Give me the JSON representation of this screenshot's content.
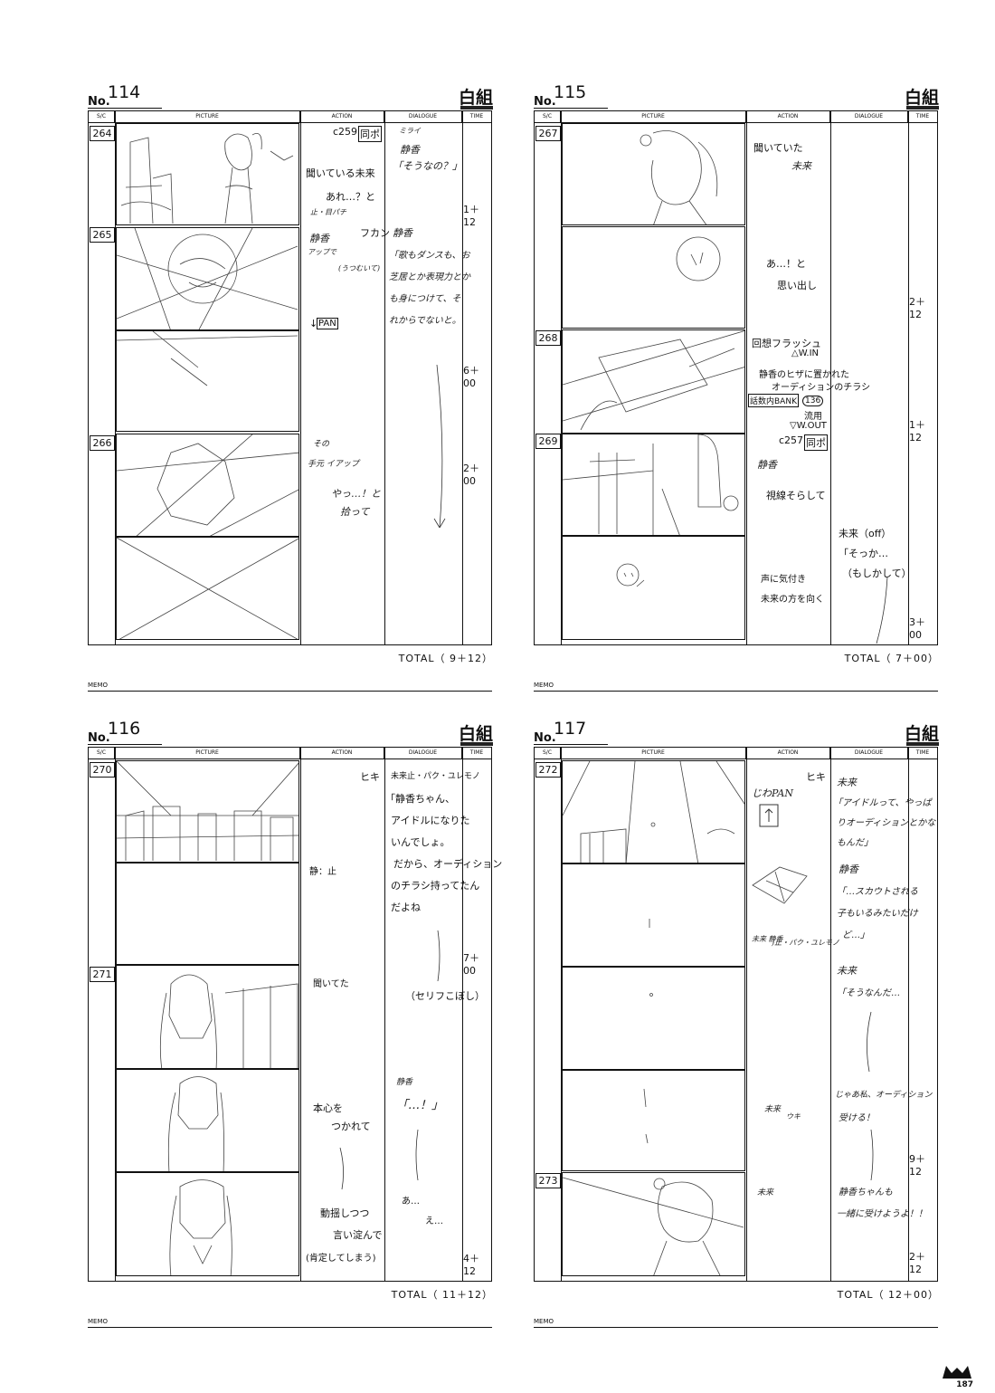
{
  "labels": {
    "no": "No.",
    "brand": "白組",
    "sc": "S/C",
    "picture": "PICTURE",
    "action": "ACTION",
    "dialogue": "DIALOGUE",
    "time": "TIME",
    "memo": "MEMO"
  },
  "sheets": [
    {
      "no": "114",
      "total": "TOTAL（ 9＋12）",
      "cuts": [
        {
          "id": "264"
        },
        {
          "id": "265"
        },
        {
          "id": "266"
        }
      ],
      "actions": [
        "c259",
        "同ポ",
        "聞いている未来",
        "あれ…？と",
        "止・目パチ",
        "フカン",
        "↓",
        "PAN",
        "その",
        "手元 イアップ",
        "やっ…！と",
        "拾って"
      ],
      "hand_dialogue": [
        "静香",
        "「そうなの？」",
        "静香",
        "「歌もダンスも、お",
        "芝居とか表現力とか",
        "も身につけて、そ",
        "れからでないと。",
        "ミライ",
        "静香",
        "アップで",
        "(うつむいて)"
      ],
      "times": [
        "1＋12",
        "6＋00",
        "2＋00"
      ]
    },
    {
      "no": "115",
      "total": "TOTAL（ 7＋00）",
      "cuts": [
        {
          "id": "267"
        },
        {
          "id": "268"
        },
        {
          "id": "269"
        }
      ],
      "actions": [
        "聞いていた",
        "未来",
        "あ…！と",
        "思い出し",
        "回想フラッシュ",
        "△W.IN",
        "静香のヒザに置かれた",
        "オーディションのチラシ",
        "話数内BANK",
        "136",
        "流用",
        "▽W.OUT",
        "c257",
        "同ポ",
        "静香",
        "視線そらして",
        "声に気付き",
        "未来の方を向く"
      ],
      "dialogue": [
        "未来（off）",
        "「そっか…",
        "（もしかして）"
      ],
      "times": [
        "2＋12",
        "1＋12",
        "3＋00"
      ]
    },
    {
      "no": "116",
      "total": "TOTAL（ 11＋12）",
      "cuts": [
        {
          "id": "270"
        },
        {
          "id": "271"
        }
      ],
      "actions": [
        "ヒキ",
        "静：止",
        "聞いてた",
        "本心を",
        "つかれて",
        "動揺しつつ",
        "言い淀んで",
        "(肯定してしまう)"
      ],
      "dialogue": [
        "未来止・パク・ユレモノ",
        "「静香ちゃん、",
        "アイドルになりた",
        "いんでしょ。",
        "だから、オーディション",
        "のチラシ持ってたん",
        "だよね",
        "（セリフこぼし）",
        "あ…",
        "え…"
      ],
      "hand_dialogue": [
        "静香",
        "「…！」"
      ],
      "times": [
        "7＋00",
        "4＋12"
      ]
    },
    {
      "no": "117",
      "total": "TOTAL（ 12＋00）",
      "cuts": [
        {
          "id": "272"
        },
        {
          "id": "273"
        }
      ],
      "actions": [
        "ヒキ",
        "じわPAN",
        "未来 静香",
        ")止・パク・ユレモノ",
        "未来",
        "ウキ",
        "未来"
      ],
      "hand_dialogue": [
        "未来",
        "「アイドルって、やっぱ",
        "りオーディションとかな",
        "もんだ」",
        "静香",
        "「…スカウトされる",
        "子もいるみたいだけ",
        "ど…」",
        "未来",
        "「そうなんだ…",
        "じゃあ私、オーディション",
        "受ける！",
        "静香ちゃんも",
        "一緒に受けようよ！！"
      ],
      "times": [
        "9＋12",
        "2＋12"
      ]
    }
  ],
  "page_number": "187"
}
